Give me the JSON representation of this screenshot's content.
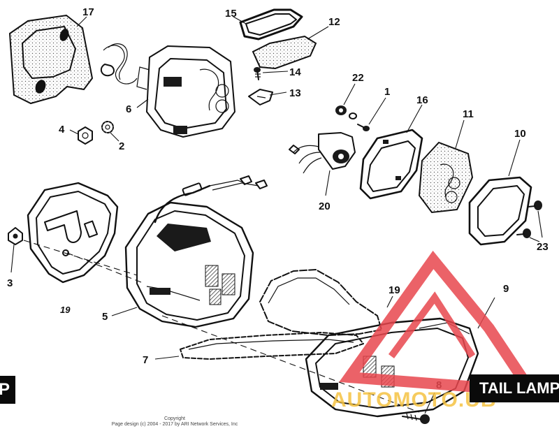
{
  "diagram": {
    "labels": {
      "p1": "1",
      "p2": "2",
      "p3": "3",
      "p4": "4",
      "p5": "5",
      "p6": "6",
      "p7": "7",
      "p8": "8",
      "p9": "9",
      "p10": "10",
      "p11": "11",
      "p12": "12",
      "p13": "13",
      "p14": "14",
      "p15": "15",
      "p16": "16",
      "p17": "17",
      "p19a": "19",
      "p19b": "19",
      "p20": "20",
      "p22": "22",
      "p23": "23"
    },
    "banner_left": "P",
    "banner_right": "TAIL LAMP",
    "watermark": "AUTOMOTO.UB",
    "copyright_line1": "Copyright",
    "copyright_line2": "Page design (c) 2004 - 2017 by ARI Network Services, Inc",
    "colors": {
      "watermark_red": "#e8474e",
      "watermark_yellow": "#f5c343",
      "banner_bg": "#0a0a0a"
    }
  }
}
